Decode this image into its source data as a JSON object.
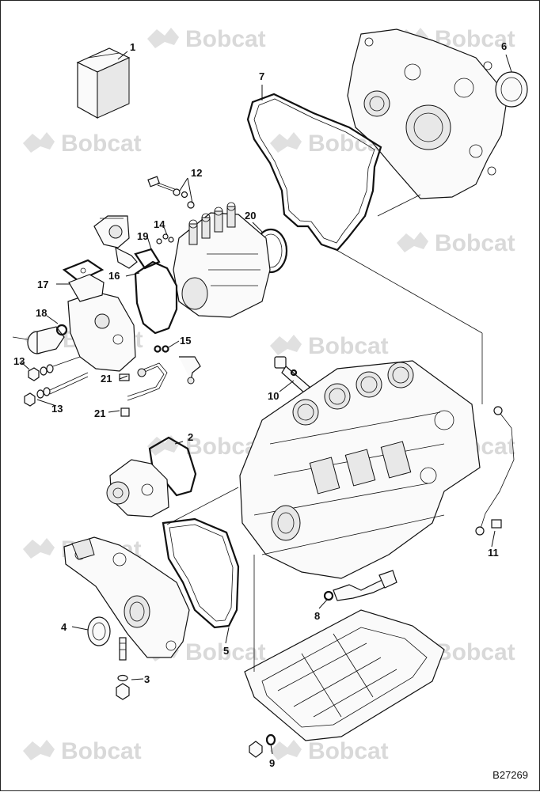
{
  "watermark": {
    "brand": "Bobcat"
  },
  "figure": {
    "reference_code": "B27269"
  },
  "callouts": [
    "1",
    "2",
    "3",
    "4",
    "5",
    "6",
    "7",
    "8",
    "9",
    "10",
    "11",
    "12",
    "13",
    "13",
    "14",
    "15",
    "16",
    "17",
    "18",
    "19",
    "20",
    "21",
    "21"
  ]
}
